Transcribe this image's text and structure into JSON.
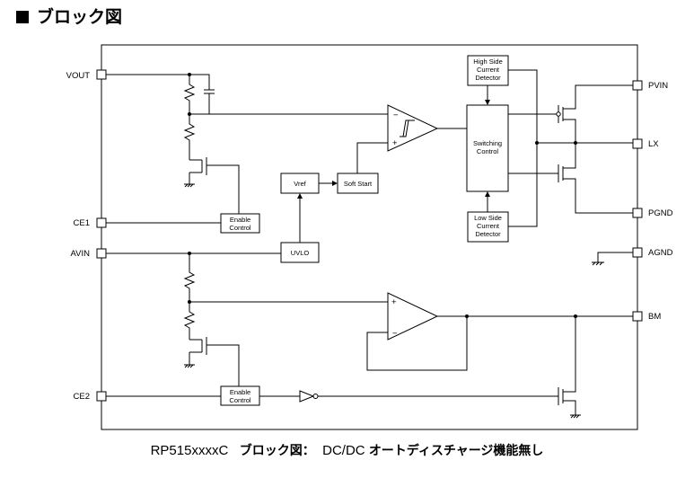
{
  "heading": "ブロック図",
  "caption": {
    "part": "RP515xxxxC",
    "title": "ブロック図：",
    "desc_a": "DC/DC",
    "desc_b": "オートディスチャージ機能無し"
  },
  "pins": {
    "vout": "VOUT",
    "ce1": "CE1",
    "avin": "AVIN",
    "ce2": "CE2",
    "pvin": "PVIN",
    "lx": "LX",
    "pgnd": "PGND",
    "agnd": "AGND",
    "bm": "BM"
  },
  "blocks": {
    "vref": "Vref",
    "soft_start": "Soft Start",
    "uvlo": "UVLO",
    "enable_control_1": [
      "Enable",
      "Control"
    ],
    "enable_control_2": [
      "Enable",
      "Control"
    ],
    "switching_control": [
      "Switching",
      "Control"
    ],
    "high_side_detector": [
      "High Side",
      "Current",
      "Detector"
    ],
    "low_side_detector": [
      "Low Side",
      "Current",
      "Detector"
    ]
  },
  "comparator_signs": {
    "upper_minus": "−",
    "upper_plus": "+",
    "lower_plus": "+",
    "lower_minus": "−"
  }
}
